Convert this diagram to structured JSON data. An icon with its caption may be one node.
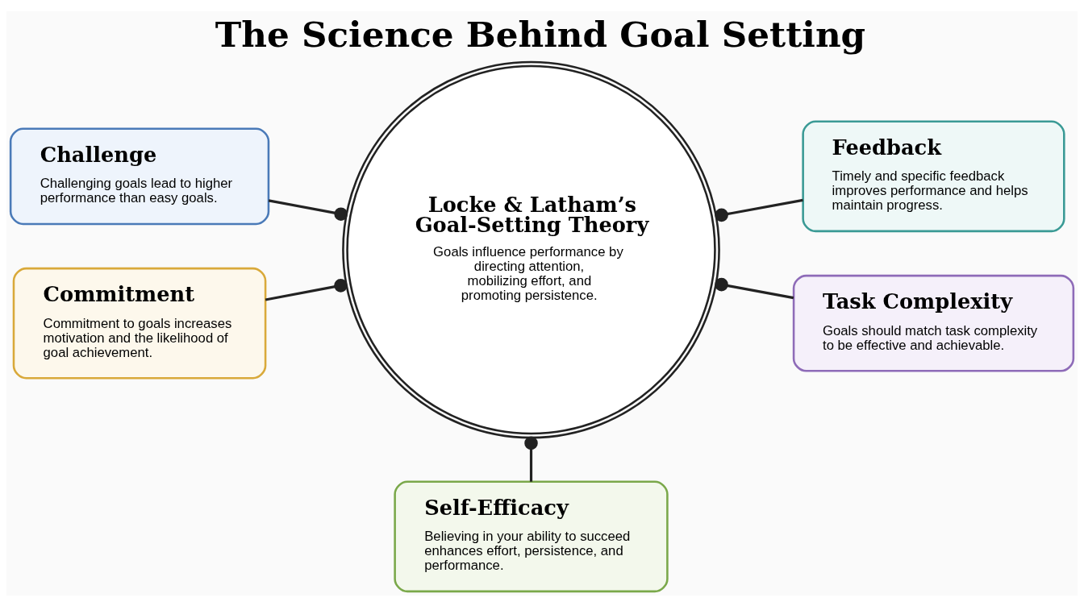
{
  "diagram": {
    "title": "The Science Behind Goal Setting",
    "nodes": [
      {
        "text": [
          "Locke & Latham’s Goal-Setting Theory",
          "Goals influence performance by directing attention, mobilizing effort, and promoting persistence."
        ]
      },
      {
        "text": [
          "Challenge",
          "Challenging goals lead to higher performance than easy goals."
        ]
      },
      {
        "text": [
          "Feedback",
          "Timely and specific feedback improves performance and helps maintain progress."
        ]
      },
      {
        "text": [
          "Commitment",
          "Commitment to goals increases motivation and the likelihood of goal achievement."
        ]
      },
      {
        "text": [
          "Task Complexity",
          "Goals should match task complexity to be effective and achievable."
        ]
      },
      {
        "text": [
          "Self-Efficacy",
          "Believing in your ability to succeed enhances effort, persistence, and performance."
        ]
      }
    ],
    "edges": [
      {
        "from": 0,
        "to": 1,
        "arrow": "other"
      },
      {
        "from": 0,
        "to": 2,
        "arrow": "other"
      },
      {
        "from": 0,
        "to": 3,
        "arrow": "other"
      },
      {
        "from": 0,
        "to": 4,
        "arrow": "other"
      },
      {
        "from": 0,
        "to": 5,
        "arrow": "other"
      }
    ]
  }
}
